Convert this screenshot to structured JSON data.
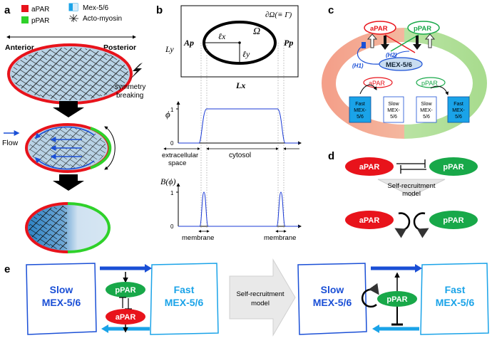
{
  "panel_letters": {
    "a": "a",
    "b": "b",
    "c": "c",
    "d": "d",
    "e": "e"
  },
  "a": {
    "legend": {
      "apar": "aPAR",
      "ppar": "pPAR",
      "mex": "Mex-5/6",
      "acto": "Acto-myosin"
    },
    "anterior": "Anterior",
    "posterior": "Posterior",
    "symmetry1": "symmetry",
    "symmetry2": "breaking",
    "flow": "Flow"
  },
  "b": {
    "boundary": "∂Ω(≡ Γ)",
    "omega": "Ω",
    "lx_small": "ℓx",
    "ly_small": "ℓy",
    "Ly": "Ly",
    "Lx": "Lx",
    "Ap": "Ap",
    "Pp": "Pp",
    "phi": "ϕ",
    "Bphi": "B(ϕ)",
    "tick1": "1",
    "tick0": "0",
    "extracellular1": "extracellular",
    "extracellular2": "space",
    "cytosol": "cytosol",
    "membrane1": "membrane",
    "membrane2": "membrane"
  },
  "c": {
    "apar": "aPAR",
    "ppar": "pPAR",
    "h1": "(H1)",
    "h2": "(H2)",
    "mex": "MEX-5/6",
    "fast1": "Fast",
    "fast2": "MEX-",
    "fast3": "5/6",
    "slow1": "Slow",
    "slow2": "MEX-",
    "slow3": "5/6"
  },
  "d": {
    "apar": "aPAR",
    "ppar": "pPAR",
    "model1": "Self-recruitment",
    "model2": "model"
  },
  "e": {
    "slow1": "Slow",
    "slow2": "MEX-5/6",
    "fast1": "Fast",
    "fast2": "MEX-5/6",
    "ppar": "pPAR",
    "apar": "aPAR",
    "model1": "Self-recruitment",
    "model2": "model"
  },
  "colors": {
    "apar": "#e8131b",
    "ppar": "#18a849",
    "slow_blue": "#1a4fd6",
    "fast_cyan": "#1aa3e8",
    "cytoplasm": "#b9d3e6"
  }
}
